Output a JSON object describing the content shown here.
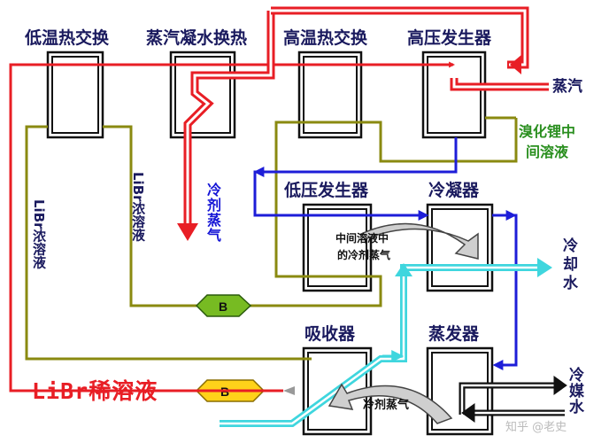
{
  "equipment": {
    "low_temp_hx": "低温热交换",
    "condensate_hx": "蒸汽凝水换热",
    "high_temp_hx": "高温热交换",
    "high_pressure_generator": "高压发生器",
    "low_pressure_generator": "低压发生器",
    "condenser": "冷凝器",
    "absorber": "吸收器",
    "evaporator": "蒸发器"
  },
  "streams": {
    "steam": "蒸汽",
    "libr_mid_solution_line1": "溴化锂中",
    "libr_mid_solution_line2": "间溶液",
    "refrigerant_vapor_top": "冷剂蒸气",
    "mid_solution_vapor_line1": "中间溶液中",
    "mid_solution_vapor_line2": "的冷剂蒸气",
    "cooling_water": "冷却水",
    "libr_strong_left": "LiBr浓溶液",
    "libr_strong_mid": "LiBr浓溶液",
    "libr_dilute": "LiBr稀溶液",
    "refrigerant_vapor_bottom": "冷剂蒸气",
    "refrigerant_medium": "冷媒水"
  },
  "pump_label": "B",
  "watermark": "知乎 @老史",
  "colors": {
    "steam": "#e81e25",
    "dilute": "#e81e25",
    "strong": "#8a8a10",
    "refrigerant": "#1d1dd8",
    "cooling_water": "#3fd6de",
    "refrigerant_medium": "#111111",
    "pump": "#77bb22",
    "navy": "#1a1a5e"
  }
}
